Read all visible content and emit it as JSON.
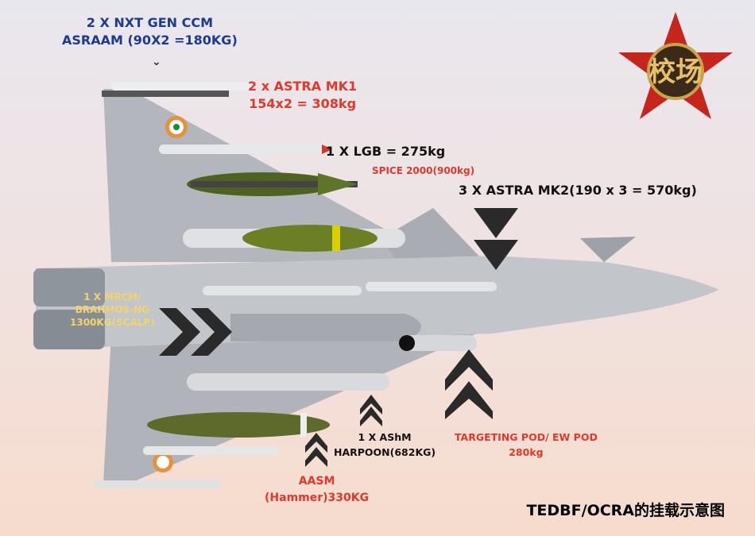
{
  "labels": {
    "asraam": {
      "line1": "2 X NXT GEN CCM",
      "line2": "ASRAAM (90X2 =180KG)"
    },
    "astra_mk1": {
      "line1": "2 x ASTRA MK1",
      "line2": "154x2 = 308kg"
    },
    "lgb": "1 X LGB = 275kg",
    "spice": "SPICE 2000(900kg)",
    "astra_mk2": "3 X ASTRA MK2(190 x 3 = 570kg)",
    "mrcm": {
      "line1": "1 X MRCM/",
      "line2": "BRAHMOS-NG",
      "line3": "1300KG(SCALP)"
    },
    "ashm": {
      "line1": "1 X AShM",
      "line2": "HARPOON(682KG)"
    },
    "pod": {
      "line1": "TARGETING POD/ EW POD",
      "line2": "280kg"
    },
    "aasm": {
      "line1": "AASM",
      "line2": "(Hammer)330KG"
    }
  },
  "caption": "TEDBF/OCRA的挂载示意图",
  "logo": {
    "text": "校场"
  },
  "colors": {
    "blue": "#1d3a8f",
    "red": "#e0392b",
    "yellow": "#f3d46a",
    "aircraft": "#b9bcc2",
    "bomb_green": "#5b6a2a"
  }
}
